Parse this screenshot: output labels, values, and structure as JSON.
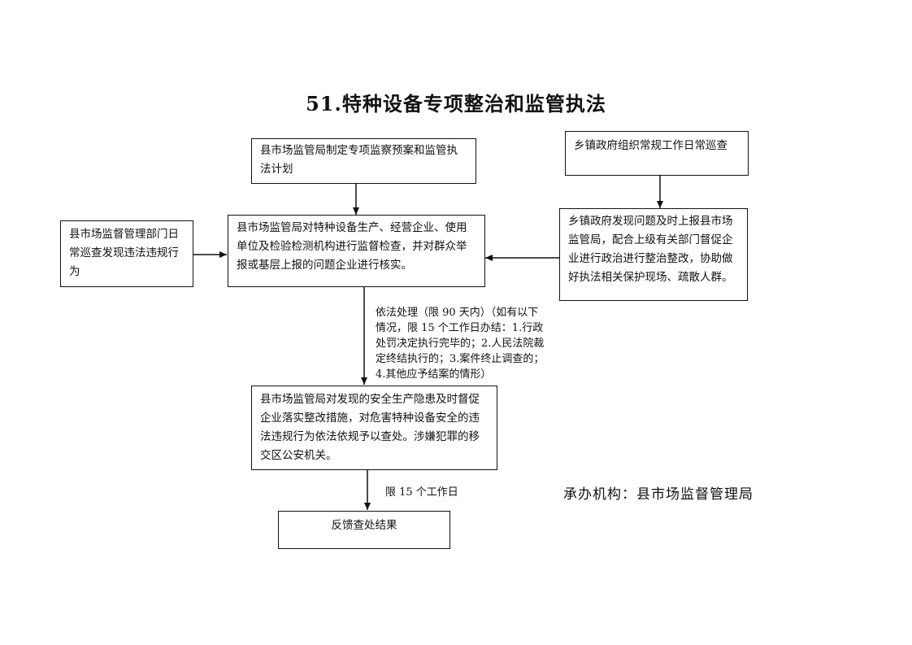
{
  "title": "51.特种设备专项整治和监管执法",
  "nodes": {
    "plan": "县市场监管局制定专项监察预案和监管执法计划",
    "inspection": "县市场监管局对特种设备生产、经营企业、使用单位及检验检测机构进行监督检查，并对群众举报或基层上报的问题企业进行核实。",
    "patrol_finding": "县市场监督管理部门日常巡查发现违法违规行为",
    "town_patrol": "乡镇政府组织常规工作日常巡查",
    "town_report": "乡镇政府发现问题及时上报县市场监管局，配合上级有关部门督促企业进行政治进行整治整改，协助做好执法相关保护现场、疏散人群。",
    "handling": "县市场监管局对发现的安全生产隐患及时督促企业落实整改措施，对危害特种设备安全的违法违规行为依法依规予以查处。涉嫌犯罪的移交区公安机关。",
    "feedback": "反馈查处结果"
  },
  "edge_labels": {
    "legal_processing": "依法处理（限 90 天内）（如有以下情况，限 15 个工作日办结：1.行政处罚决定执行完毕的；2.人民法院裁定终结执行的；3.案件终止调查的；4.其他应予结案的情形）",
    "limit_15": "限 15 个工作日"
  },
  "organizer": "承办机构：县市场监督管理局"
}
